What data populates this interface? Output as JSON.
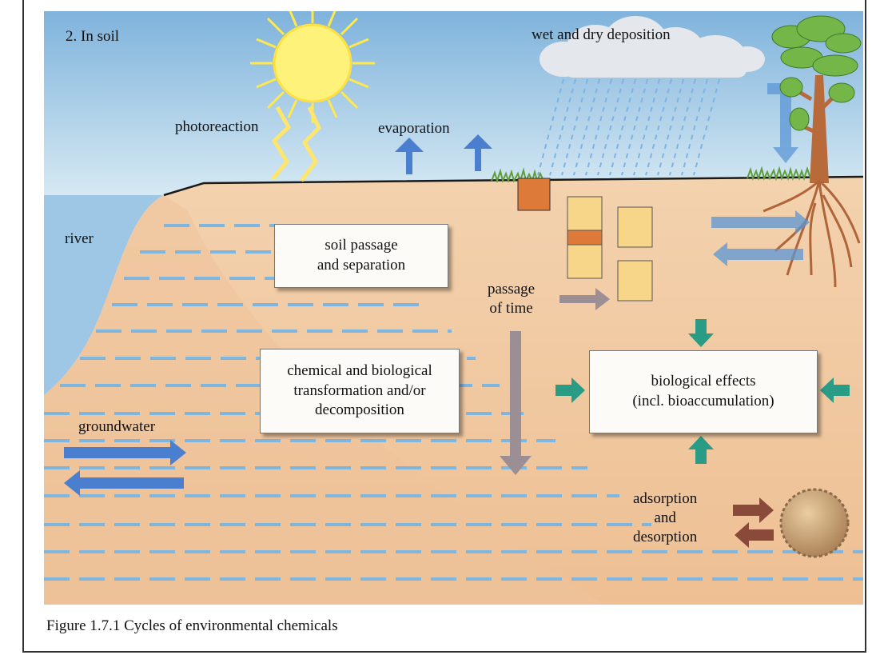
{
  "panel_title": "2. In soil",
  "labels": {
    "wet_dry_deposition": "wet and dry deposition",
    "photoreaction": "photoreaction",
    "evaporation": "evaporation",
    "river": "river",
    "groundwater": "groundwater",
    "passage_of_time": "passage\nof time",
    "adsorption": "adsorption\nand\ndesorption"
  },
  "boxes": {
    "soil_passage": "soil passage\nand separation",
    "chemical_transformation": "chemical and biological\ntransformation and/or\ndecomposition",
    "biological_effects": "biological effects\n(incl. bioaccumulation)"
  },
  "caption": "Figure 1.7.1 Cycles of environmental chemicals",
  "colors": {
    "sky": "#a9cde6",
    "soil": "#f0c9a2",
    "water_dash": "#7fb6e0",
    "blue_arrow": "#4a7fcf",
    "teal_arrow": "#2a9b85",
    "gray_arrow": "#9b8e94",
    "brown_arrow": "#8a4a3a",
    "sun": "#ffee55",
    "grass": "#5f9e3a"
  }
}
